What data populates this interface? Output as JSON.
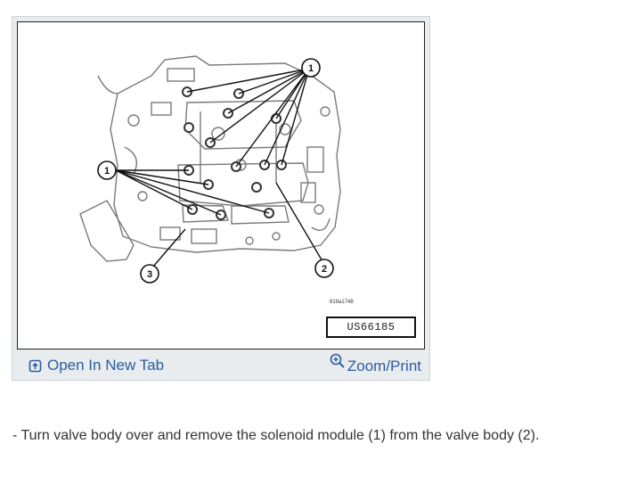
{
  "figure": {
    "callouts": [
      "1",
      "1",
      "2",
      "3"
    ],
    "figure_id": "819a1748",
    "reference_code": "US66185"
  },
  "toolbar": {
    "open_tab_label": "Open In New Tab",
    "zoom_print_label": "Zoom/Print"
  },
  "instruction": {
    "text": "- Turn valve body over and remove the solenoid module (1) from the valve body (2)."
  },
  "colors": {
    "link": "#2a5d9f",
    "card_bg": "#e9ecef",
    "text": "#333333"
  }
}
